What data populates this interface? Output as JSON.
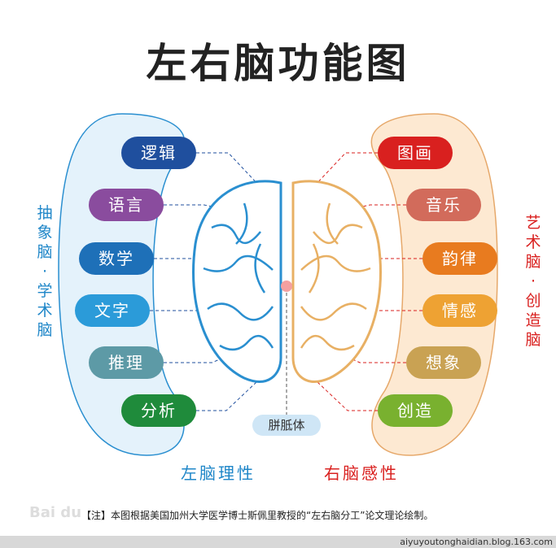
{
  "title": "左右脑功能图",
  "left": {
    "side_label": [
      "抽",
      "象",
      "脑",
      "·",
      "学",
      "术",
      "脑"
    ],
    "caption": "左脑理性",
    "items": [
      {
        "label": "逻辑",
        "color": "#1f4f9e"
      },
      {
        "label": "语言",
        "color": "#8a4c9e"
      },
      {
        "label": "数学",
        "color": "#1e70b8"
      },
      {
        "label": "文字",
        "color": "#2b9bd9"
      },
      {
        "label": "推理",
        "color": "#5d9aa6"
      },
      {
        "label": "分析",
        "color": "#1f8b3b"
      }
    ]
  },
  "right": {
    "side_label": [
      "艺",
      "术",
      "脑",
      "·",
      "创",
      "造",
      "脑"
    ],
    "caption": "右脑感性",
    "items": [
      {
        "label": "图画",
        "color": "#d9201f"
      },
      {
        "label": "音乐",
        "color": "#d26b5b"
      },
      {
        "label": "韵律",
        "color": "#e87b1f"
      },
      {
        "label": "情感",
        "color": "#eea233"
      },
      {
        "label": "想象",
        "color": "#c9a253"
      },
      {
        "label": "创造",
        "color": "#79b12f"
      }
    ]
  },
  "corpus_callosum": "胼胝体",
  "note": "【注】本图根据美国加州大学医学博士斯佩里教授的“左右脑分工”论文理论绘制。",
  "watermark": "Baidu",
  "url": "aiyuyoutonghaidian.blog.163.com"
}
